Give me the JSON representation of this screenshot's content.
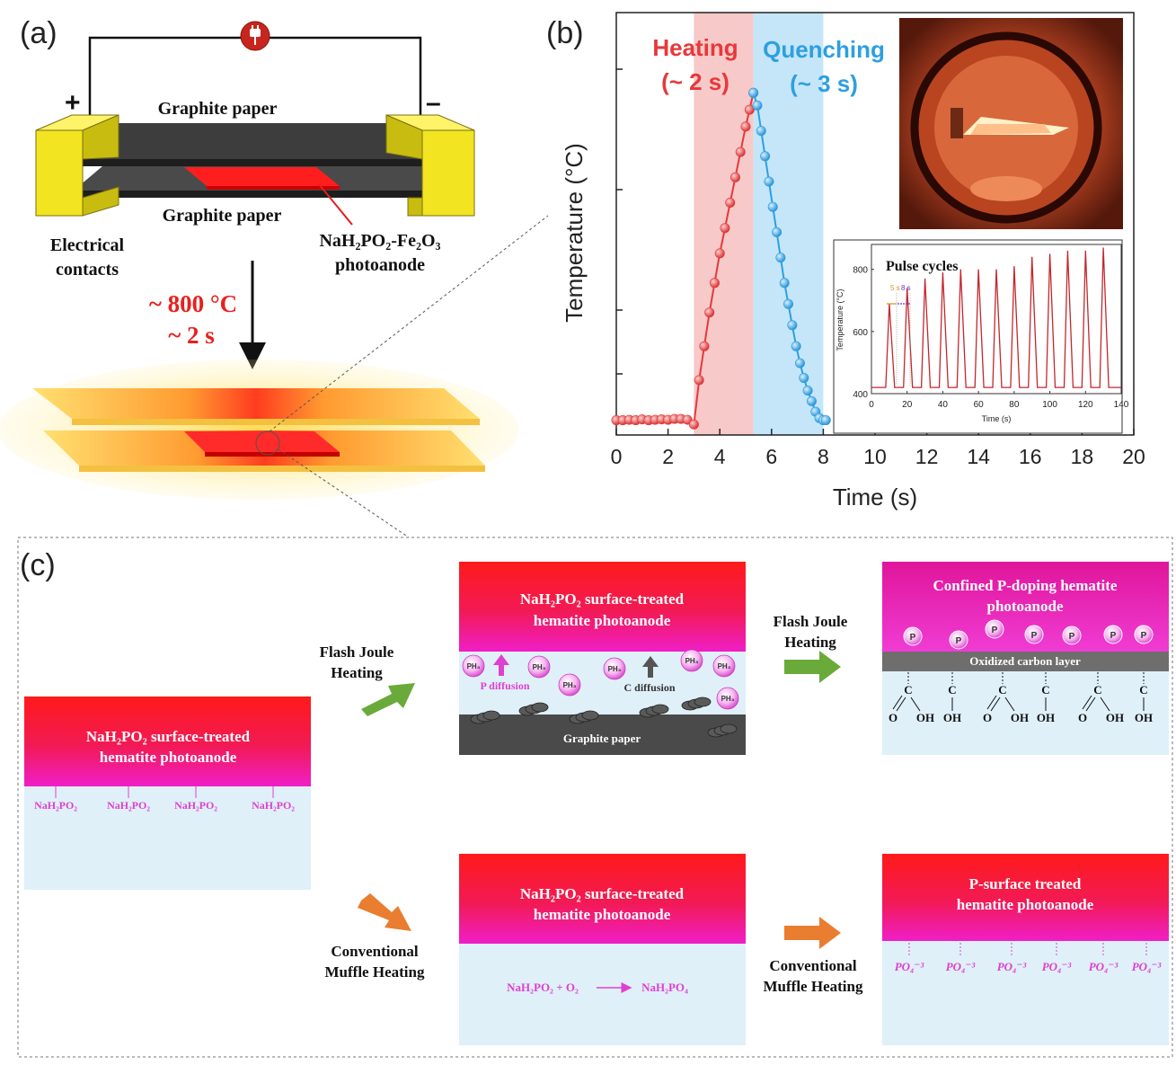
{
  "panel_a": {
    "label": "(a)",
    "plus": "+",
    "minus": "–",
    "graphite_top": "Graphite paper",
    "graphite_bottom": "Graphite paper",
    "contacts_line1": "Electrical",
    "contacts_line2": "contacts",
    "photoanode_line1": "NaH₂PO₂-Fe₂O₃",
    "photoanode_line2": "photoanode",
    "temp": "~ 800 °C",
    "time": "~ 2 s"
  },
  "panel_b": {
    "label": "(b)",
    "heating_label": "Heating",
    "heating_time": "(~ 2 s)",
    "quenching_label": "Quenching",
    "quenching_time": "(~ 3 s)",
    "inset_title": "Pulse cycles",
    "inset_5s": "5 s",
    "inset_8s": "8 s",
    "colors": {
      "heating": "#e8383a",
      "quenching": "#2e9fe0",
      "heating_band": "#f7c9c9",
      "quench_band": "#c4e6f8"
    }
  },
  "chart_data": [
    {
      "type": "line",
      "xlabel": "Time (s)",
      "ylabel": "Temperature (°C)",
      "xlim": [
        0,
        20
      ],
      "ylim": [
        0,
        10
      ],
      "x_ticks": [
        0,
        2,
        4,
        6,
        8,
        10,
        12,
        14,
        16,
        18,
        20
      ],
      "y_tick_labels_shown": false,
      "shaded_regions": [
        {
          "label": "Heating (~ 2 s)",
          "x": [
            3.0,
            5.3
          ]
        },
        {
          "label": "Quenching (~ 3 s)",
          "x": [
            5.3,
            8.0
          ]
        }
      ],
      "series": [
        {
          "name": "Heating",
          "x": [
            0,
            0.25,
            0.5,
            0.75,
            1.0,
            1.25,
            1.5,
            1.75,
            2.0,
            2.25,
            2.5,
            2.75,
            3.0,
            3.2,
            3.4,
            3.6,
            3.8,
            4.0,
            4.2,
            4.4,
            4.6,
            4.8,
            5.0,
            5.15,
            5.3
          ],
          "y": [
            0.35,
            0.35,
            0.36,
            0.35,
            0.37,
            0.35,
            0.36,
            0.37,
            0.36,
            0.38,
            0.38,
            0.36,
            0.25,
            1.3,
            2.1,
            2.9,
            3.6,
            4.3,
            4.9,
            5.5,
            6.1,
            6.7,
            7.3,
            7.7,
            8.1
          ]
        },
        {
          "name": "Quenching",
          "x": [
            5.3,
            5.45,
            5.6,
            5.75,
            5.9,
            6.05,
            6.2,
            6.35,
            6.5,
            6.65,
            6.8,
            6.95,
            7.1,
            7.25,
            7.4,
            7.55,
            7.7,
            7.85,
            8.0,
            8.1
          ],
          "y": [
            8.1,
            7.8,
            7.2,
            6.6,
            6.0,
            5.4,
            4.8,
            4.2,
            3.6,
            3.1,
            2.6,
            2.1,
            1.7,
            1.35,
            1.05,
            0.8,
            0.55,
            0.4,
            0.35,
            0.35
          ]
        }
      ]
    },
    {
      "type": "line",
      "title": "Pulse cycles",
      "xlabel": "Time (s)",
      "ylabel": "Temperature (°C)",
      "xlim": [
        0,
        140
      ],
      "ylim": [
        400,
        880
      ],
      "x_ticks": [
        0,
        20,
        40,
        60,
        80,
        100,
        120,
        140
      ],
      "y_ticks": [
        400,
        600,
        800
      ],
      "series": [
        {
          "name": "Temperature",
          "x": [
            0,
            8,
            10,
            13,
            18,
            20,
            23,
            28,
            30,
            33,
            38,
            40,
            43,
            48,
            50,
            53,
            58,
            60,
            63,
            68,
            70,
            73,
            78,
            80,
            83,
            88,
            90,
            93,
            98,
            100,
            103,
            108,
            110,
            113,
            118,
            120,
            123,
            128,
            130,
            133,
            140
          ],
          "y": [
            420,
            420,
            690,
            420,
            420,
            740,
            420,
            420,
            770,
            420,
            420,
            790,
            420,
            420,
            800,
            420,
            420,
            800,
            420,
            420,
            800,
            420,
            420,
            810,
            420,
            420,
            840,
            420,
            420,
            850,
            420,
            420,
            860,
            420,
            420,
            860,
            420,
            420,
            870,
            420,
            420
          ]
        }
      ]
    }
  ],
  "panel_c": {
    "label": "(c)",
    "left_block": {
      "title_line1": "NaH₂PO₂ surface-treated",
      "title_line2": "hematite photoanode",
      "labels": [
        "NaH₂PO₂",
        "NaH₂PO₂",
        "NaH₂PO₂",
        "NaH₂PO₂"
      ]
    },
    "arrow_top_line1": "Flash Joule",
    "arrow_top_line2": "Heating",
    "arrow_bottom_line1": "Conventional",
    "arrow_bottom_line2": "Muffle Heating",
    "mid_top": {
      "title_line1": "NaH₂PO₂ surface-treated",
      "title_line2": "hematite photoanode",
      "ph3": "PH₃",
      "p_diffusion": "P diffusion",
      "c_diffusion": "C diffusion",
      "graphite": "Graphite paper"
    },
    "mid_bottom": {
      "title_line1": "NaH₂PO₂ surface-treated",
      "title_line2": "hematite photoanode",
      "reaction_left": "NaH₂PO₂ + O₂",
      "reaction_right": "NaH₂PO₄"
    },
    "arrow2_top_line1": "Flash Joule",
    "arrow2_top_line2": "Heating",
    "arrow2_bottom_line1": "Conventional",
    "arrow2_bottom_line2": "Muffle Heating",
    "right_top": {
      "title_line1": "Confined P-doping hematite",
      "title_line2": "photoanode",
      "p": "P",
      "carbon_layer": "Oxidized carbon layer",
      "c": "C",
      "o": "O",
      "oh": "OH"
    },
    "right_bottom": {
      "title_line1": "P-surface treated",
      "title_line2": "hematite photoanode",
      "po4": "PO₄⁻³"
    }
  }
}
